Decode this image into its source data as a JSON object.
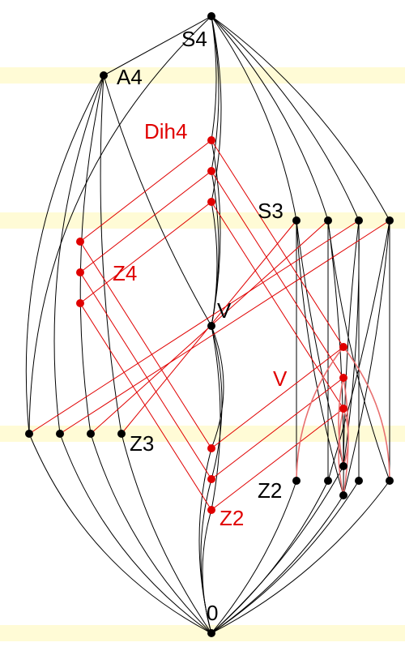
{
  "diagram": {
    "colors": {
      "band": "#fffbd6",
      "black": "#000000",
      "red": "#e00000",
      "pink": "#e87070"
    },
    "labels": {
      "s4": "S4",
      "a4": "A4",
      "dih4": "Dih4",
      "s3": "S3",
      "z4": "Z4",
      "v_normal": "V",
      "v_red": "V",
      "z3": "Z3",
      "z2_black": "Z2",
      "z2_red": "Z2",
      "zero": "0"
    }
  }
}
